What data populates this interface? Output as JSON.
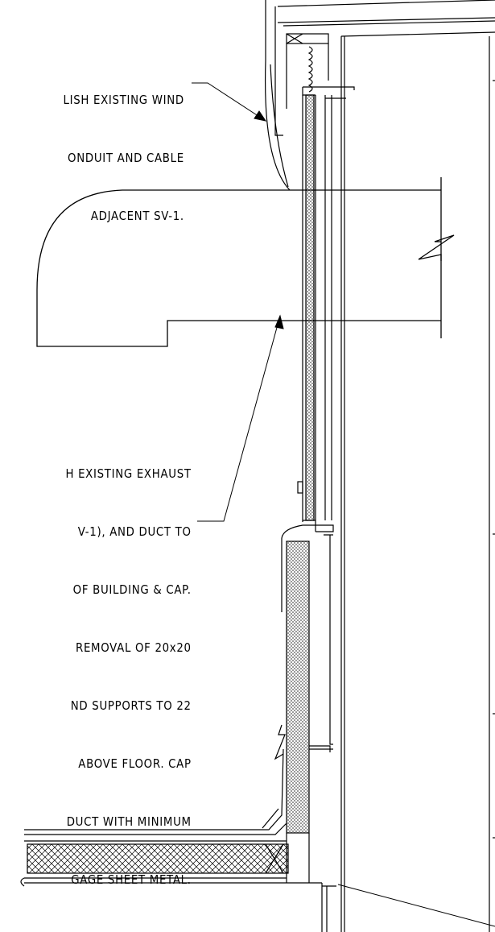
{
  "notes": {
    "top": [
      "LISH EXISTING WIND",
      "ONDUIT AND CABLE",
      "ADJACENT SV-1."
    ],
    "bottom": [
      "H EXISTING EXHAUST",
      "V-1), AND DUCT TO",
      "OF BUILDING & CAP.",
      "REMOVAL OF 20x20",
      "ND SUPPORTS TO 22",
      "ABOVE FLOOR. CAP",
      "DUCT WITH MINIMUM",
      "GAGE SHEET METAL."
    ]
  },
  "colors": {
    "line": "#000000",
    "background": "#ffffff"
  }
}
